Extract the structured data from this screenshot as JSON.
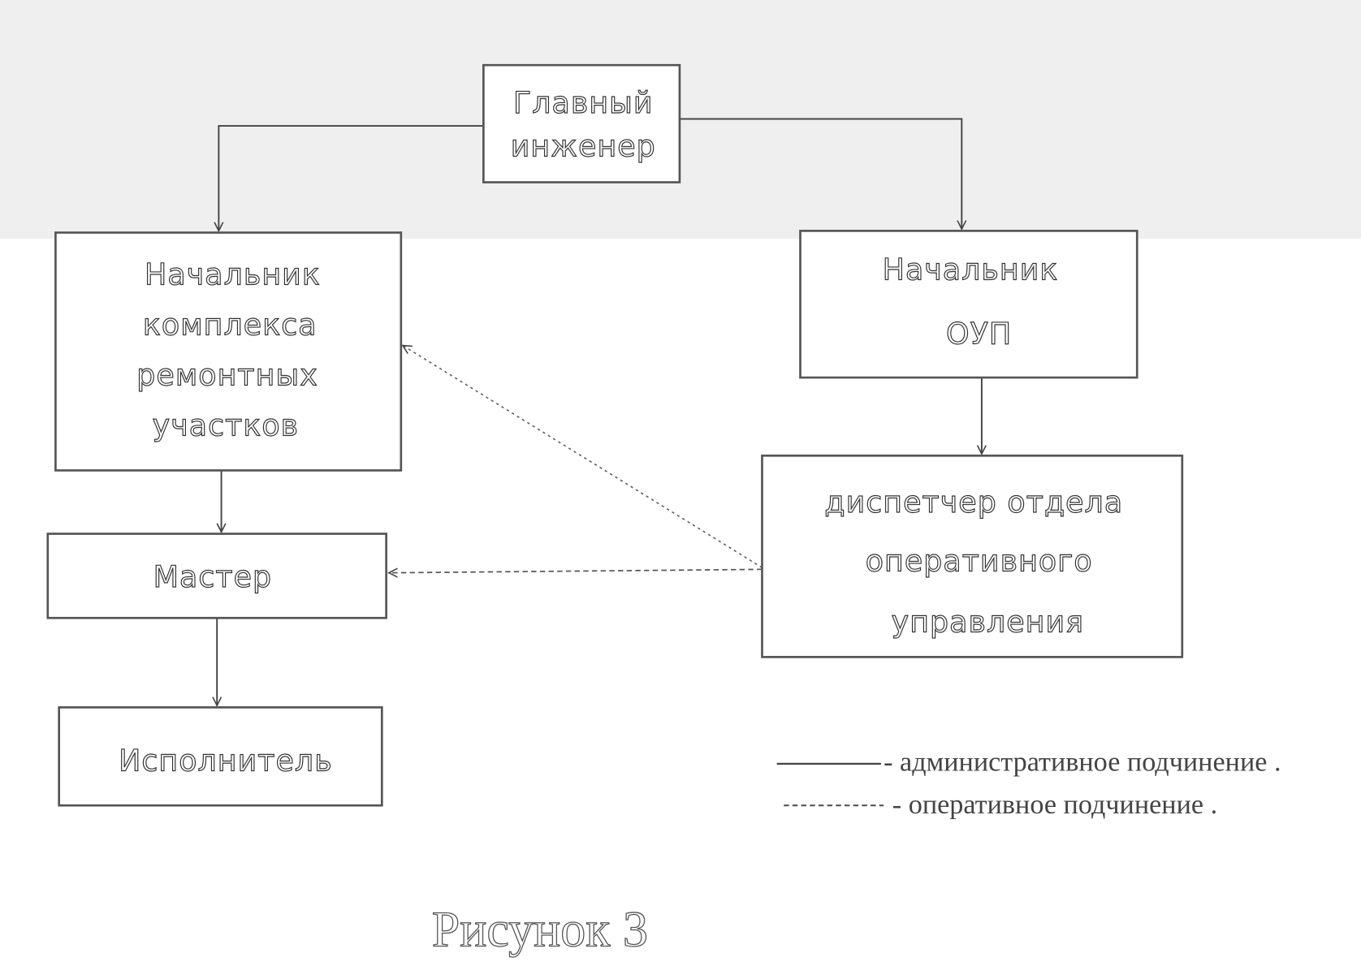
{
  "boxes": {
    "chief_engineer": [
      "Главный",
      "инженер"
    ],
    "repair_head": [
      "Начальник",
      "комплекса",
      "ремонтных",
      "участков"
    ],
    "oup_head": [
      "Начальник",
      "ОУП"
    ],
    "dispatcher": [
      "диспетчер отдела",
      "оперативного",
      "управления"
    ],
    "master": [
      "Мастер"
    ],
    "executor": [
      "Исполнитель"
    ]
  },
  "legend": {
    "administrative": "- административное подчинение .",
    "operational": "- оперативное подчинение ."
  },
  "caption": "Рисунок 3"
}
